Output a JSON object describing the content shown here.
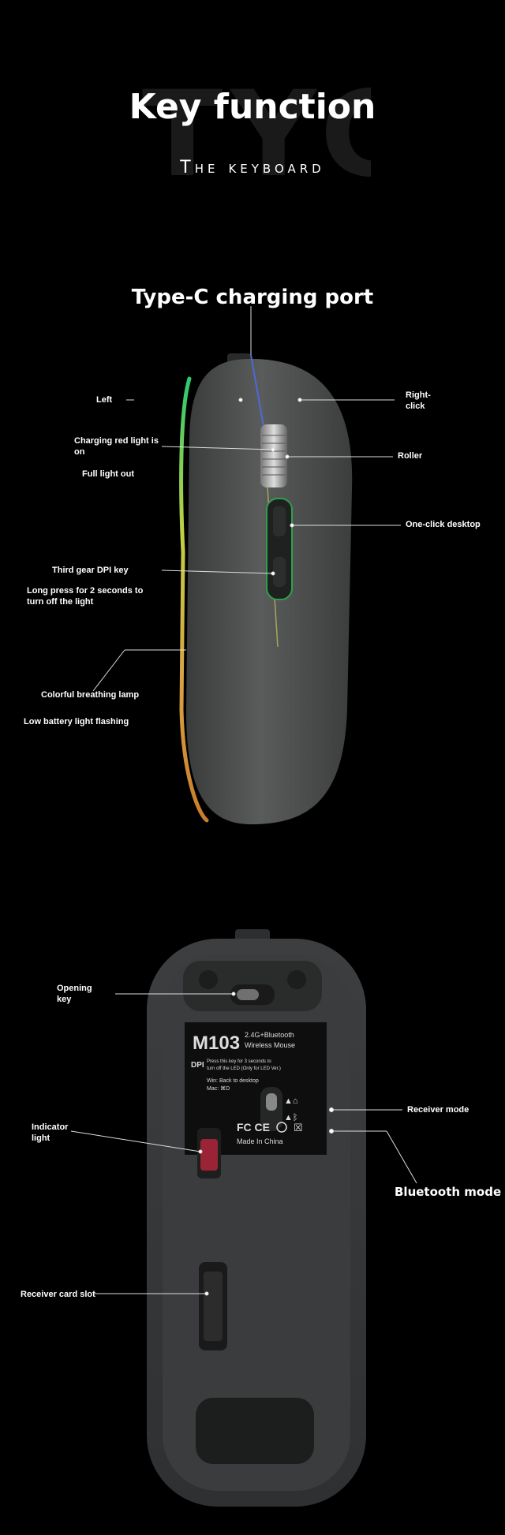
{
  "header": {
    "ghost_text": "TYC",
    "title": "Key function",
    "subtitle": "The keyboard"
  },
  "top_mouse": {
    "port_title": "Type-C charging port",
    "labels": {
      "left": "Left",
      "right_click": "Right-\nclick",
      "charging_light": "Charging red light is\non",
      "full_light": "Full light out",
      "roller": "Roller",
      "one_click_desktop": "One-click desktop",
      "dpi_key": "Third gear DPI key",
      "long_press": "Long press for 2 seconds to\nturn off the light",
      "breathing_lamp": "Colorful breathing lamp",
      "low_battery": "Low battery light flashing"
    }
  },
  "bottom_mouse": {
    "labels": {
      "opening_key": "Opening\nkey",
      "indicator_light": "Indicator\nlight",
      "receiver_slot": "Receiver card slot",
      "receiver_mode": "Receiver mode",
      "bluetooth_mode": "Bluetooth mode"
    },
    "plate": {
      "model": "M103",
      "spec_line1": "2.4G+Bluetooth",
      "spec_line2": "Wireless Mouse",
      "dpi_mark": "DPI",
      "dpi_note_1": "Press this key for 3 seconds to",
      "dpi_note_2": "turn off the LED (Only for LED Ver.)",
      "win_note": "Win: Back to desktop",
      "mac_note": "Mac: ⌘D",
      "certs": "FC CE",
      "made_in": "Made In China"
    }
  },
  "colors": {
    "background": "#000000",
    "mouse_body": "#4a4c4c",
    "rgb_edge_top": "#2ee07a",
    "rgb_edge_bottom": "#e8a93c",
    "indicator_red": "#b0263a"
  }
}
